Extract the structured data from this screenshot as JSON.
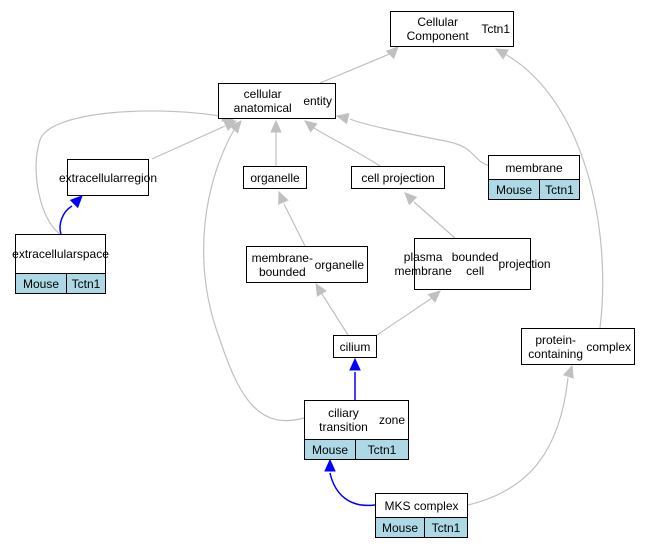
{
  "colors": {
    "is_a_edge": "#c0c0c0",
    "part_of_edge": "#0000ff",
    "annotation_row": "#add8e6",
    "node_border": "#000000"
  },
  "nodes": {
    "root": {
      "lines": [
        "Cellular Component",
        "Tctn1"
      ]
    },
    "cae": {
      "lines": [
        "cellular anatomical",
        "entity"
      ]
    },
    "ecr": {
      "lines": [
        "extracellular",
        "region"
      ]
    },
    "ecs": {
      "lines": [
        "extracellular",
        "space"
      ],
      "annotations": [
        "Mouse",
        "Tctn1"
      ]
    },
    "organelle": {
      "lines": [
        "organelle"
      ]
    },
    "cellproj": {
      "lines": [
        "cell projection"
      ]
    },
    "membrane": {
      "lines": [
        "membrane"
      ],
      "annotations": [
        "Mouse",
        "Tctn1"
      ]
    },
    "mbo": {
      "lines": [
        "membrane-bounded",
        "organelle"
      ]
    },
    "pmbcp": {
      "lines": [
        "plasma membrane",
        "bounded cell",
        "projection"
      ]
    },
    "cilium": {
      "lines": [
        "cilium"
      ]
    },
    "pcc": {
      "lines": [
        "protein-containing",
        "complex"
      ]
    },
    "ctz": {
      "lines": [
        "ciliary transition",
        "zone"
      ],
      "annotations": [
        "Mouse",
        "Tctn1"
      ]
    },
    "mks": {
      "lines": [
        "MKS complex"
      ],
      "annotations": [
        "Mouse",
        "Tctn1"
      ]
    }
  },
  "edges": [
    {
      "from": "cae",
      "to": "root",
      "type": "is_a"
    },
    {
      "from": "pcc",
      "to": "root",
      "type": "is_a"
    },
    {
      "from": "ecr",
      "to": "cae",
      "type": "is_a"
    },
    {
      "from": "organelle",
      "to": "cae",
      "type": "is_a"
    },
    {
      "from": "cellproj",
      "to": "cae",
      "type": "is_a"
    },
    {
      "from": "membrane",
      "to": "cae",
      "type": "is_a"
    },
    {
      "from": "ecs",
      "to": "cae",
      "type": "is_a"
    },
    {
      "from": "ctz",
      "to": "cae",
      "type": "is_a"
    },
    {
      "from": "ecs",
      "to": "ecr",
      "type": "part_of"
    },
    {
      "from": "mbo",
      "to": "organelle",
      "type": "is_a"
    },
    {
      "from": "pmbcp",
      "to": "cellproj",
      "type": "is_a"
    },
    {
      "from": "cilium",
      "to": "mbo",
      "type": "is_a"
    },
    {
      "from": "cilium",
      "to": "pmbcp",
      "type": "is_a"
    },
    {
      "from": "ctz",
      "to": "cilium",
      "type": "part_of"
    },
    {
      "from": "mks",
      "to": "ctz",
      "type": "part_of"
    },
    {
      "from": "mks",
      "to": "pcc",
      "type": "is_a"
    }
  ]
}
